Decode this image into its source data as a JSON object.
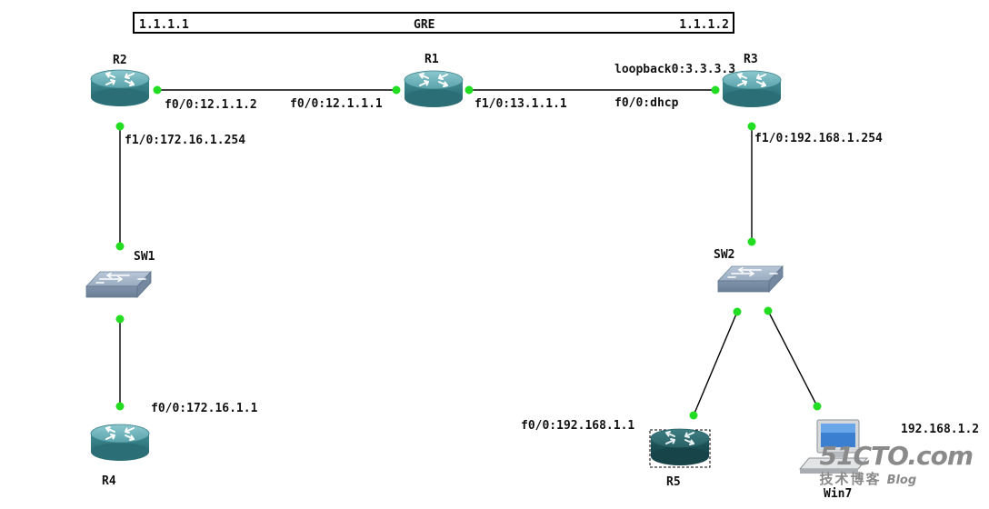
{
  "gre": {
    "left_ip": "1.1.1.1",
    "title": "GRE",
    "right_ip": "1.1.1.2"
  },
  "devices": {
    "r1": "R1",
    "r2": "R2",
    "r3": "R3",
    "r4": "R4",
    "r5": "R5",
    "sw1": "SW1",
    "sw2": "SW2",
    "win7": "Win7"
  },
  "interfaces": {
    "r2_f00": "f0/0:12.1.1.2",
    "r1_f00": "f0/0:12.1.1.1",
    "r1_f10": "f1/0:13.1.1.1",
    "r3_f00": "f0/0:dhcp",
    "r3_loopback": "loopback0:3.3.3.3",
    "r2_f10": "f1/0:172.16.1.254",
    "r3_f10": "f1/0:192.168.1.254",
    "r4_f00": "f0/0:172.16.1.1",
    "r5_f00": "f0/0:192.168.1.1",
    "win7_ip": "192.168.1.2"
  },
  "watermark": {
    "logo": "51CTO.com",
    "tagline": "技术博客",
    "blog": "Blog"
  },
  "colors": {
    "router_body": "#3f8e96",
    "router_top": "#6fb3ba",
    "router_selected": "#1f5a5e",
    "switch_body": "#8ea2b8",
    "link": "#000000",
    "port": "#22dd22"
  }
}
